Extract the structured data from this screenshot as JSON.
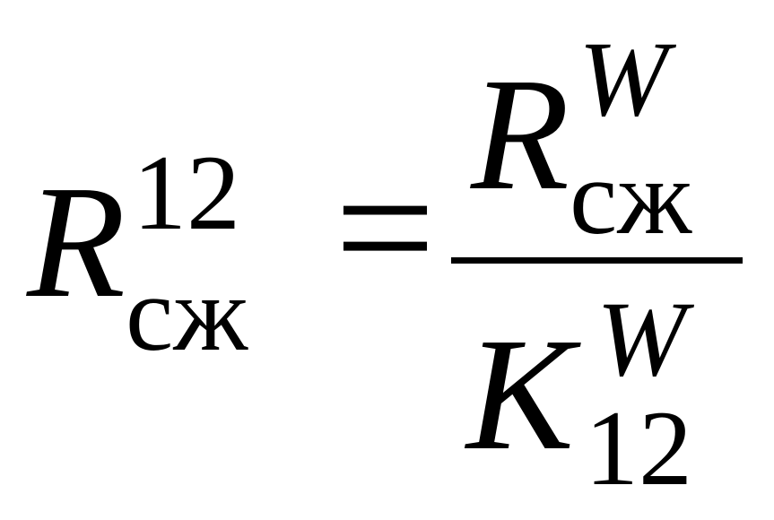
{
  "formula": {
    "lhs": {
      "symbol": "R",
      "superscript": "12",
      "subscript": "сж"
    },
    "equals": "=",
    "rhs": {
      "numerator": {
        "symbol": "R",
        "superscript": "W",
        "subscript": "сж"
      },
      "denominator": {
        "symbol": "K",
        "superscript": "W",
        "subscript": "12"
      }
    }
  }
}
